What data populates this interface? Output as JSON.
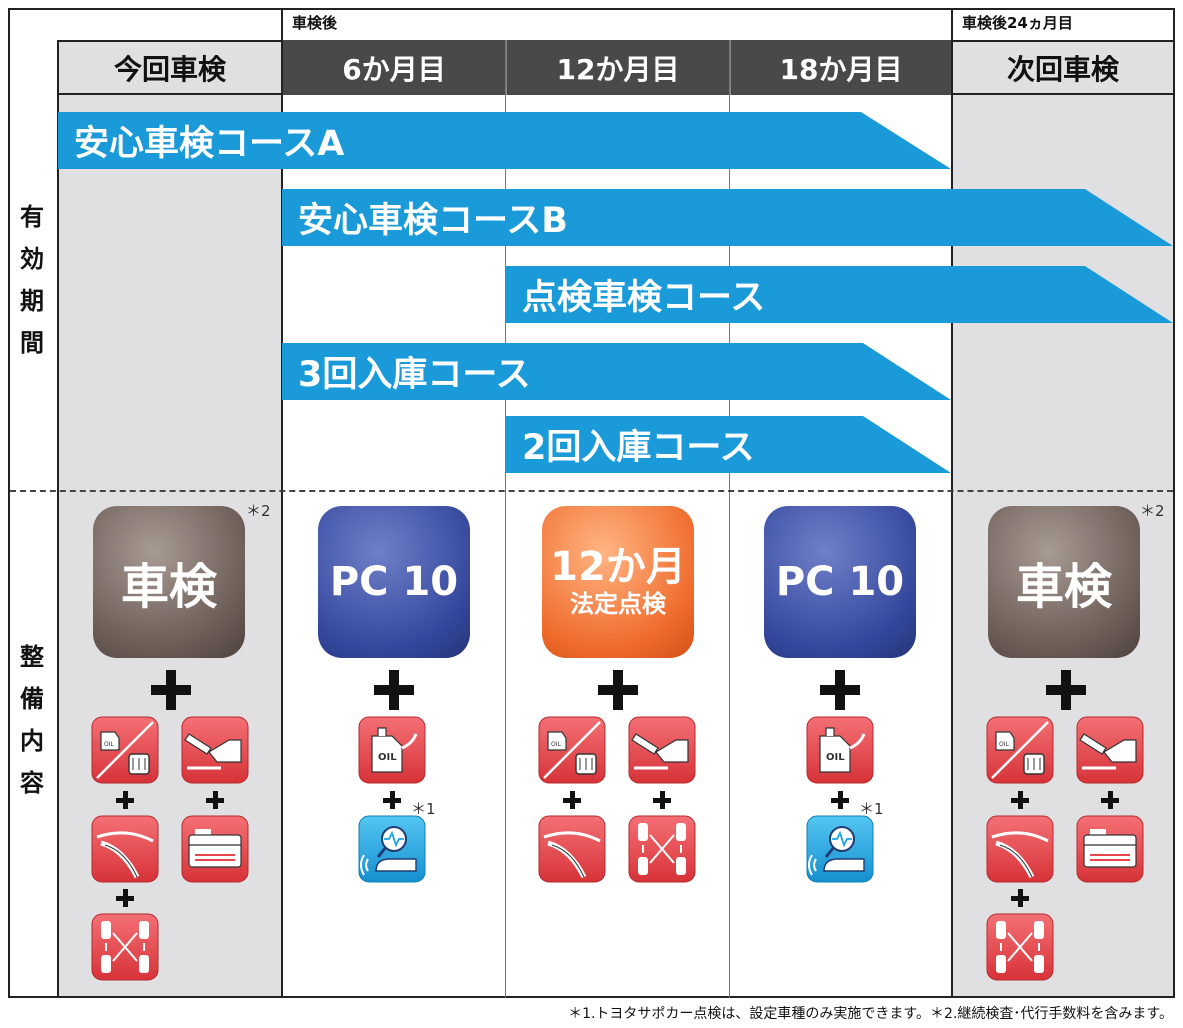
{
  "top_labels": {
    "after_inspection": "車検後",
    "after_24_months": "車検後24ヵ月目"
  },
  "headers": [
    "今回車検",
    "6か月目",
    "12か月目",
    "18か月目",
    "次回車検"
  ],
  "side_labels": {
    "validity": [
      "有",
      "効",
      "期",
      "間"
    ],
    "maintenance": [
      "整",
      "備",
      "内",
      "容"
    ]
  },
  "courses": [
    "安心車検コースA",
    "安心車検コースB",
    "点検車検コース",
    "3回入庫コース",
    "2回入庫コース"
  ],
  "tiles": {
    "shaken": "車検",
    "pc10": "PC 10",
    "inspect12_big": "12か月",
    "inspect12_small": "法定点検"
  },
  "notes": {
    "n1": "＊1",
    "n2": "＊2"
  },
  "footnote": "＊1.トヨタサポカー点検は、設定車種のみ実施できます。＊2.継続検査･代行手数料を含みます。",
  "icons": {
    "oil_filter": "oil-and-filter-icon",
    "brake_fluid": "brake-fluid-icon",
    "wiper": "wiper-blade-icon",
    "battery": "battery-icon",
    "tire_rotation": "tire-rotation-icon",
    "oil": "engine-oil-icon",
    "support_car": "support-car-check-icon"
  },
  "colors": {
    "course_band": "#1a9ad9",
    "header_dark": "#48494b",
    "column_gray": "#e0e0e2",
    "tile_brown": "#6a5b55",
    "tile_blue": "#34479c",
    "tile_orange": "#ef6a2b",
    "icon_red": "#e8474c",
    "icon_cyan": "#1ba6e2"
  }
}
